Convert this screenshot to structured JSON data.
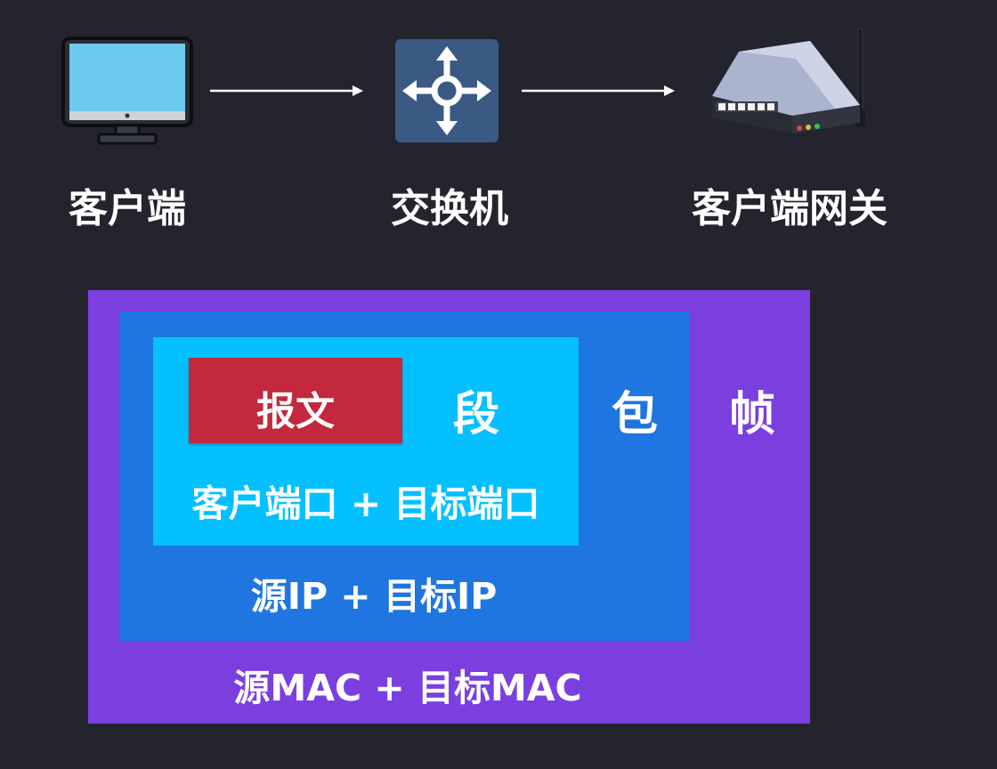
{
  "colors": {
    "background": "#23242d",
    "frame": "#7b3fe0",
    "packet": "#1f76e0",
    "segment": "#05c0ff",
    "message": "#c3283c",
    "arrow": "#ffffff",
    "text": "#ffffff"
  },
  "nodes": [
    {
      "label": "客户端",
      "icon": "desktop-monitor-icon"
    },
    {
      "label": "交换机",
      "icon": "switch-icon"
    },
    {
      "label": "客户端网关",
      "icon": "router-icon"
    }
  ],
  "layers": {
    "message": {
      "label": "报文"
    },
    "segment": {
      "label": "段",
      "detail": "客户端口 + 目标端口"
    },
    "packet": {
      "label": "包",
      "detail": "源IP + 目标IP"
    },
    "frame": {
      "label": "帧",
      "detail": "源MAC + 目标MAC"
    }
  }
}
